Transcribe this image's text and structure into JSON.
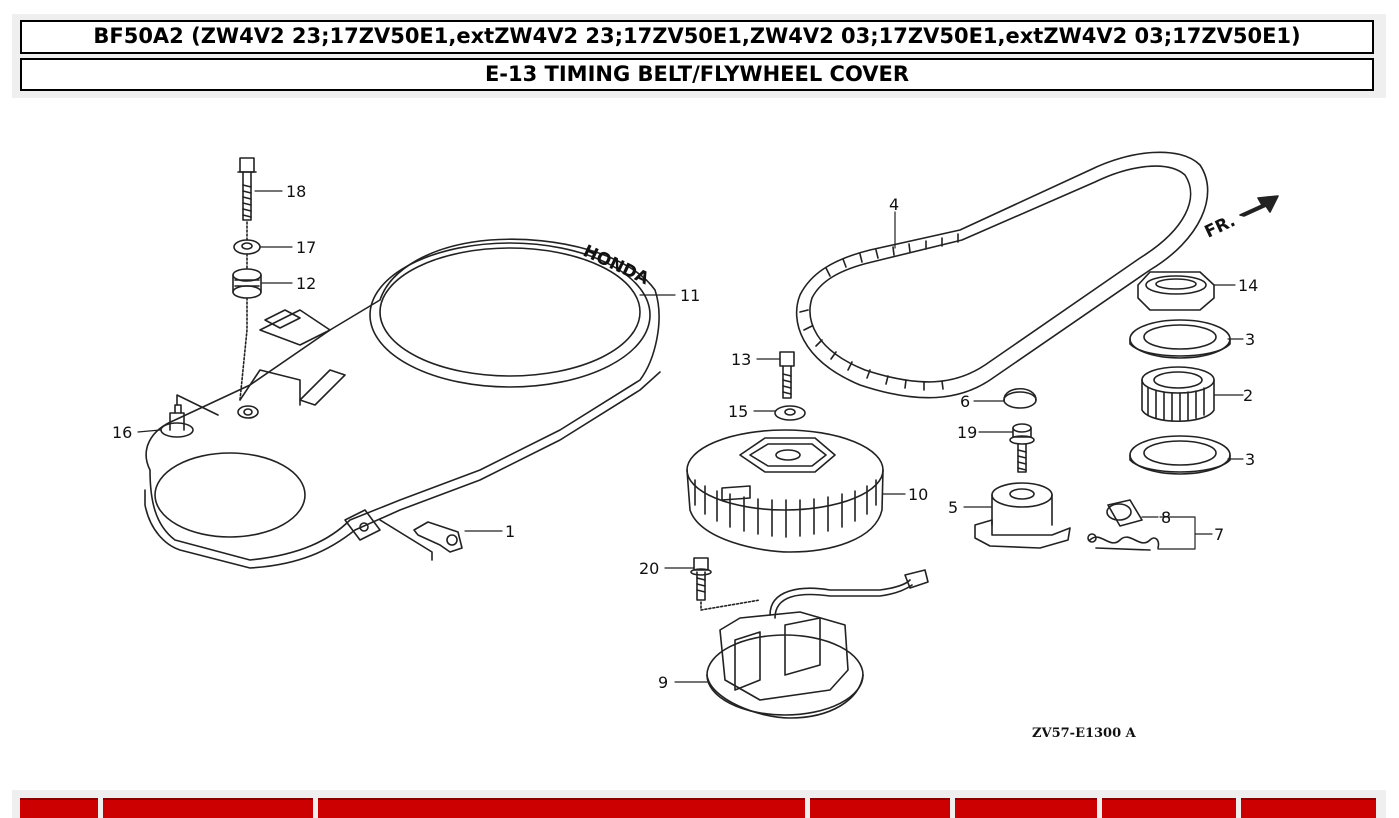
{
  "header": {
    "model_title": "BF50A2 (ZW4V2 23;17ZV50E1,extZW4V2 23;17ZV50E1,ZW4V2 03;17ZV50E1,extZW4V2 03;17ZV50E1)",
    "section_title": "E-13 TIMING BELT/FLYWHEEL COVER"
  },
  "diagram": {
    "callouts": [
      "1",
      "2",
      "3",
      "3",
      "4",
      "5",
      "6",
      "7",
      "8",
      "9",
      "10",
      "11",
      "12",
      "13",
      "14",
      "15",
      "16",
      "17",
      "18",
      "19",
      "20"
    ],
    "direction_label": "FR.",
    "drawing_code": "ZV57-E1300 A",
    "brand_mark": "HONDA"
  },
  "colors": {
    "table_header": "#cc0000",
    "header_band": "#efefef"
  }
}
